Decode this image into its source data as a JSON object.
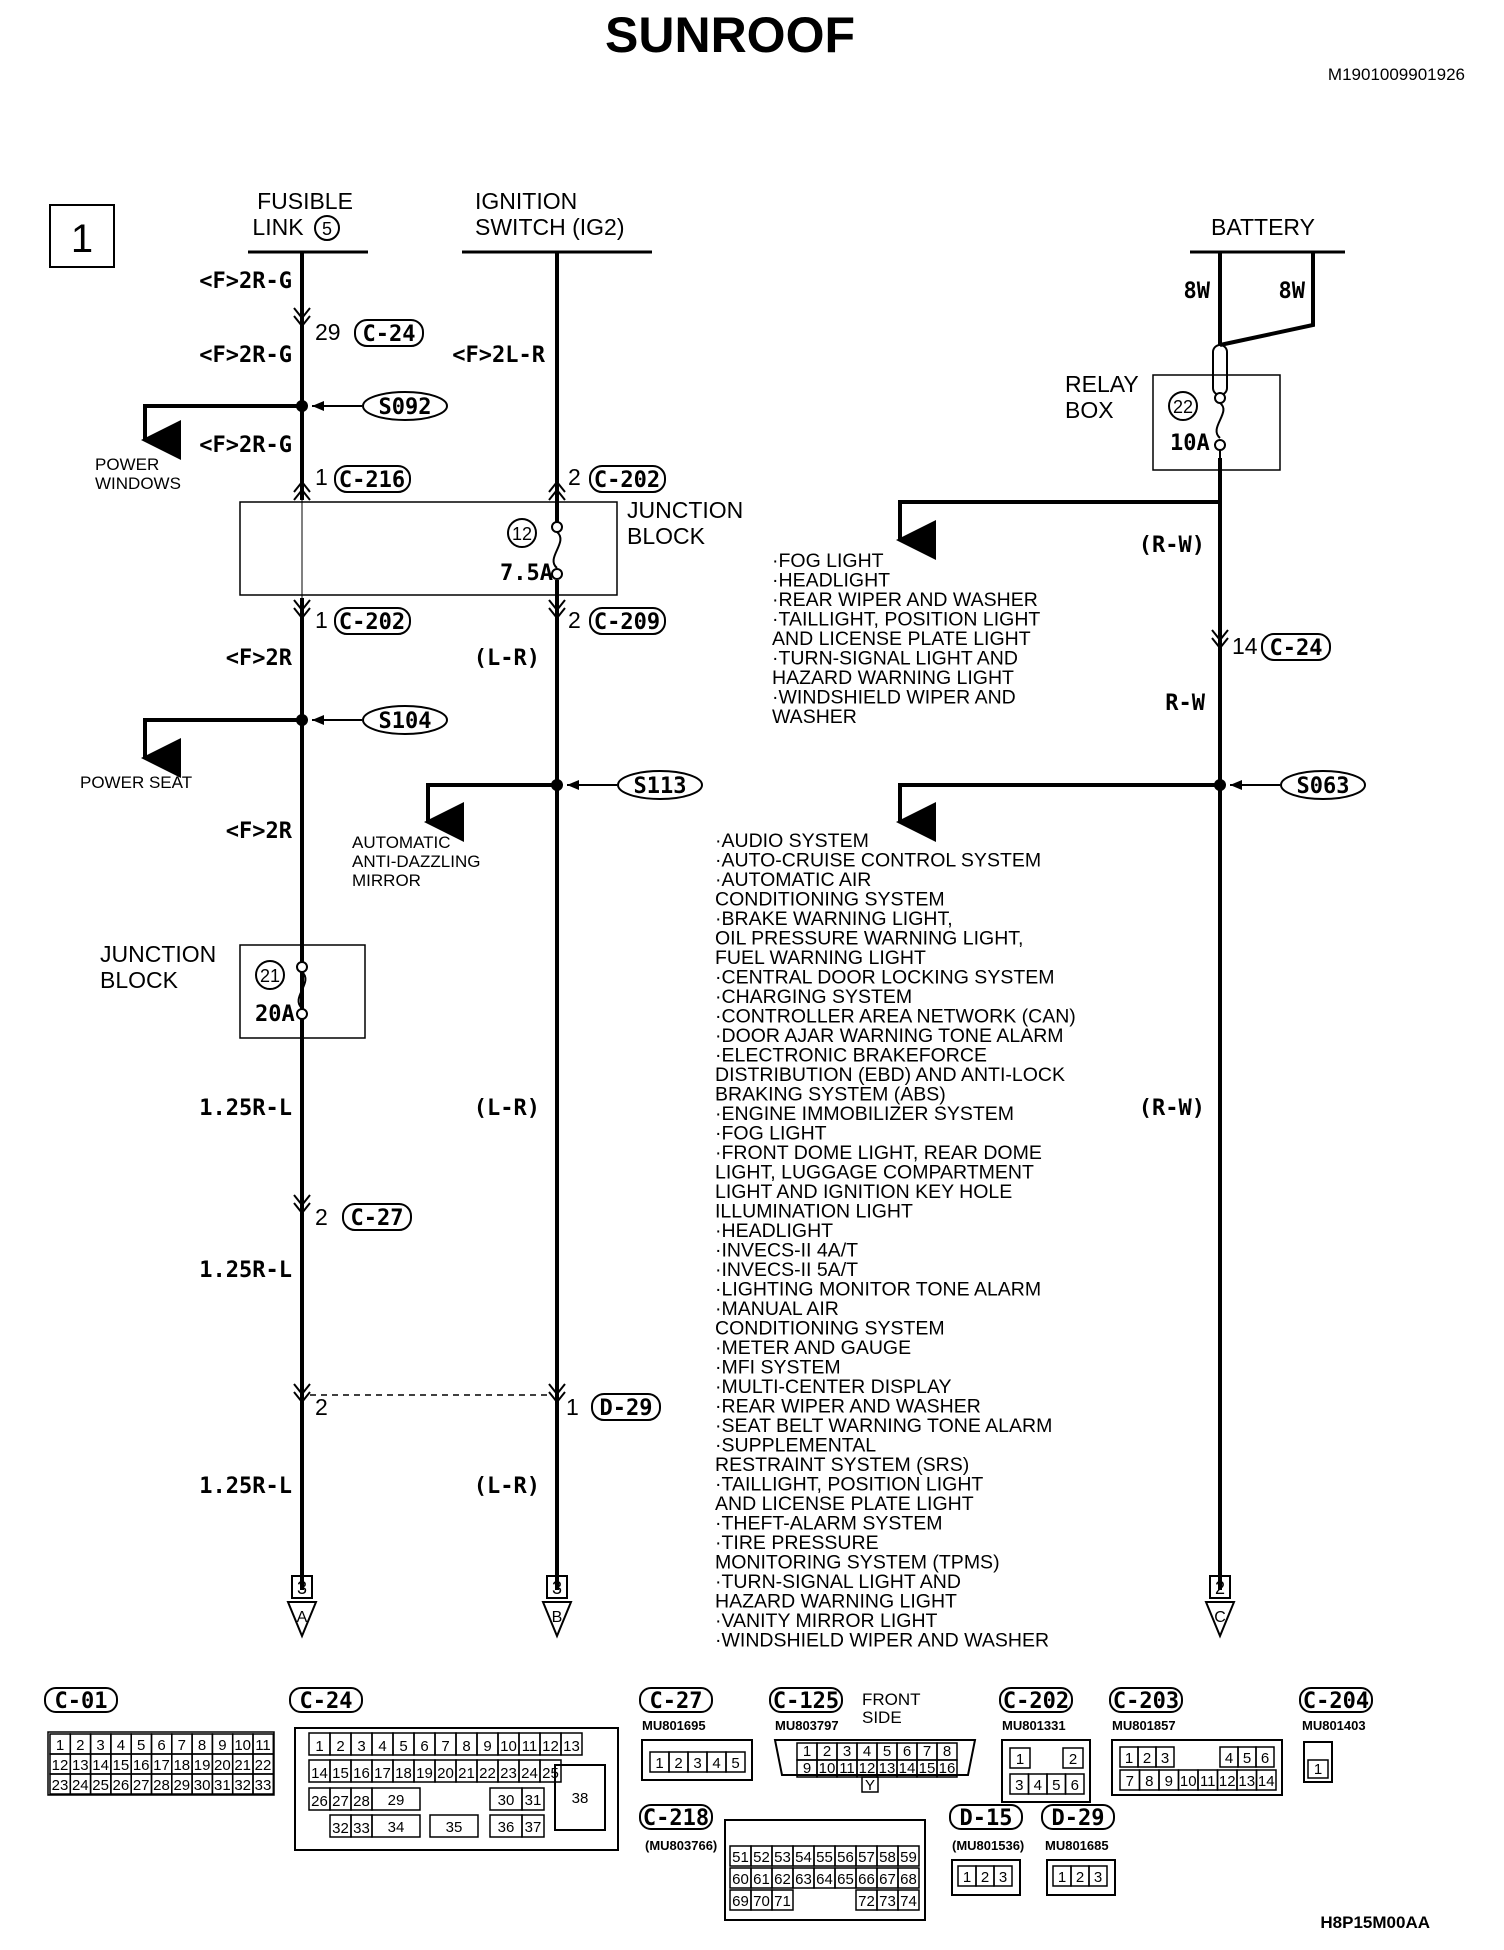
{
  "title": "SUNROOF",
  "doc_code": "M1901009901926",
  "figure_code": "H8P15M00AA",
  "page_box": "1",
  "sources": {
    "fusible_link_line1": "FUSIBLE",
    "fusible_link_line2": "LINK",
    "fusible_link_num": "5",
    "ignition_line1": "IGNITION",
    "ignition_line2": "SWITCH (IG2)",
    "battery": "BATTERY"
  },
  "relay_box": {
    "line1": "RELAY",
    "line2": "BOX",
    "fuse_num": "22",
    "fuse_amp": "10A"
  },
  "junction_block_top": {
    "line1": "JUNCTION",
    "line2": "BLOCK",
    "fuse_num": "12",
    "fuse_amp": "7.5A"
  },
  "junction_block_bottom": {
    "line1": "JUNCTION",
    "line2": "BLOCK",
    "fuse_num": "21",
    "fuse_amp": "20A"
  },
  "wires": {
    "f2rg": "<F>2R-G",
    "f2lr": "<F>2L-R",
    "f2r": "<F>2R",
    "lr": "(L-R)",
    "w125rl": "1.25R-L",
    "rw_paren": "(R-W)",
    "rw": "R-W",
    "w8w": "8W"
  },
  "pins": {
    "p29": "29",
    "p1": "1",
    "p2": "2",
    "p14": "14"
  },
  "connectors": {
    "c24": "C-24",
    "c216": "C-216",
    "c202": "C-202",
    "c209": "C-209",
    "c27": "C-27",
    "d29": "D-29"
  },
  "splices": {
    "s092": "S092",
    "s104": "S104",
    "s113": "S113",
    "s063": "S063"
  },
  "branches": {
    "power_windows_1": "POWER",
    "power_windows_2": "WINDOWS",
    "power_seat": "POWER SEAT",
    "mirror_1": "AUTOMATIC",
    "mirror_2": "ANTI-DAZZLING",
    "mirror_3": "MIRROR"
  },
  "list_top": [
    "·FOG LIGHT",
    "·HEADLIGHT",
    "·REAR WIPER AND WASHER",
    "·TAILLIGHT, POSITION LIGHT",
    " AND LICENSE PLATE LIGHT",
    "·TURN-SIGNAL LIGHT AND",
    " HAZARD WARNING LIGHT",
    "·WINDSHIELD WIPER AND",
    " WASHER"
  ],
  "list_main": [
    "·AUDIO SYSTEM",
    "·AUTO-CRUISE CONTROL SYSTEM",
    "·AUTOMATIC AIR",
    " CONDITIONING SYSTEM",
    "·BRAKE WARNING LIGHT,",
    " OIL PRESSURE WARNING LIGHT,",
    " FUEL WARNING LIGHT",
    "·CENTRAL DOOR LOCKING SYSTEM",
    "·CHARGING SYSTEM",
    "·CONTROLLER AREA NETWORK (CAN)",
    "·DOOR AJAR WARNING TONE ALARM",
    "·ELECTRONIC BRAKEFORCE",
    " DISTRIBUTION (EBD) AND ANTI-LOCK",
    " BRAKING SYSTEM (ABS)",
    "·ENGINE IMMOBILIZER SYSTEM",
    "·FOG LIGHT",
    "·FRONT DOME LIGHT, REAR DOME",
    " LIGHT, LUGGAGE COMPARTMENT",
    " LIGHT AND IGNITION KEY HOLE",
    " ILLUMINATION LIGHT",
    "·HEADLIGHT",
    "·INVECS-II 4A/T",
    "·INVECS-II 5A/T",
    "·LIGHTING MONITOR TONE ALARM",
    "·MANUAL AIR",
    " CONDITIONING SYSTEM",
    "·METER AND GAUGE",
    "·MFI SYSTEM",
    "·MULTI-CENTER DISPLAY",
    "·REAR WIPER AND WASHER",
    "·SEAT BELT WARNING TONE ALARM",
    "·SUPPLEMENTAL",
    " RESTRAINT SYSTEM (SRS)",
    "·TAILLIGHT, POSITION LIGHT",
    " AND LICENSE PLATE LIGHT",
    "·THEFT-ALARM SYSTEM",
    "·TIRE PRESSURE",
    " MONITORING SYSTEM (TPMS)",
    "·TURN-SIGNAL LIGHT AND",
    " HAZARD WARNING LIGHT",
    "·VANITY MIRROR LIGHT",
    "·WINDSHIELD WIPER AND WASHER"
  ],
  "off_page": [
    {
      "page": "3",
      "letter": "A"
    },
    {
      "page": "3",
      "letter": "B"
    },
    {
      "page": "2",
      "letter": "C"
    }
  ],
  "connector_legend": {
    "c01": {
      "name": "C-01",
      "rows": [
        [
          "1",
          "2",
          "3",
          "4",
          "5",
          "6",
          "7",
          "8",
          "9",
          "10",
          "11"
        ],
        [
          "12",
          "13",
          "14",
          "15",
          "16",
          "17",
          "18",
          "19",
          "20",
          "21",
          "22"
        ],
        [
          "23",
          "24",
          "25",
          "26",
          "27",
          "28",
          "29",
          "30",
          "31",
          "32",
          "33"
        ]
      ]
    },
    "c24": {
      "name": "C-24",
      "row1": [
        "1",
        "2",
        "3",
        "4",
        "5",
        "6",
        "7",
        "8",
        "9",
        "10",
        "11",
        "12",
        "13"
      ],
      "row2": [
        "14",
        "15",
        "16",
        "17",
        "18",
        "19",
        "20",
        "21",
        "22",
        "23",
        "24",
        "25"
      ],
      "row3": [
        "26",
        "27",
        "28",
        "29",
        "30",
        "31"
      ],
      "row4": [
        "32",
        "33",
        "34",
        "35",
        "36",
        "37"
      ],
      "big": "38"
    },
    "c27": {
      "name": "C-27",
      "part": "MU801695",
      "pins": [
        "1",
        "2",
        "3",
        "4",
        "5"
      ]
    },
    "c125": {
      "name": "C-125",
      "part": "MU803797",
      "note1": "FRONT",
      "note2": "SIDE",
      "row1": [
        "1",
        "2",
        "3",
        "4",
        "5",
        "6",
        "7",
        "8"
      ],
      "row2": [
        "9",
        "10",
        "11",
        "12",
        "13",
        "14",
        "15",
        "16"
      ],
      "mark": "Y"
    },
    "c202": {
      "name": "C-202",
      "part": "MU801331",
      "row1": [
        "1",
        "2"
      ],
      "row2": [
        "3",
        "4",
        "5",
        "6"
      ]
    },
    "c203": {
      "name": "C-203",
      "part": "MU801857",
      "row1": [
        "1",
        "2",
        "3",
        "4",
        "5",
        "6"
      ],
      "row2": [
        "7",
        "8",
        "9",
        "10",
        "11",
        "12",
        "13",
        "14"
      ]
    },
    "c204": {
      "name": "C-204",
      "part": "MU801403",
      "pins": [
        "1"
      ]
    },
    "c218": {
      "name": "C-218",
      "part": "(MU803766)",
      "row1": [
        "51",
        "52",
        "53",
        "54",
        "55",
        "56",
        "57",
        "58",
        "59"
      ],
      "row2": [
        "60",
        "61",
        "62",
        "63",
        "64",
        "65",
        "66",
        "67",
        "68"
      ],
      "row3": [
        "69",
        "70",
        "71",
        "72",
        "73",
        "74"
      ]
    },
    "d15": {
      "name": "D-15",
      "part": "(MU801536)",
      "pins": [
        "1",
        "2",
        "3"
      ]
    },
    "d29": {
      "name": "D-29",
      "part": "MU801685",
      "pins": [
        "1",
        "2",
        "3"
      ]
    }
  }
}
